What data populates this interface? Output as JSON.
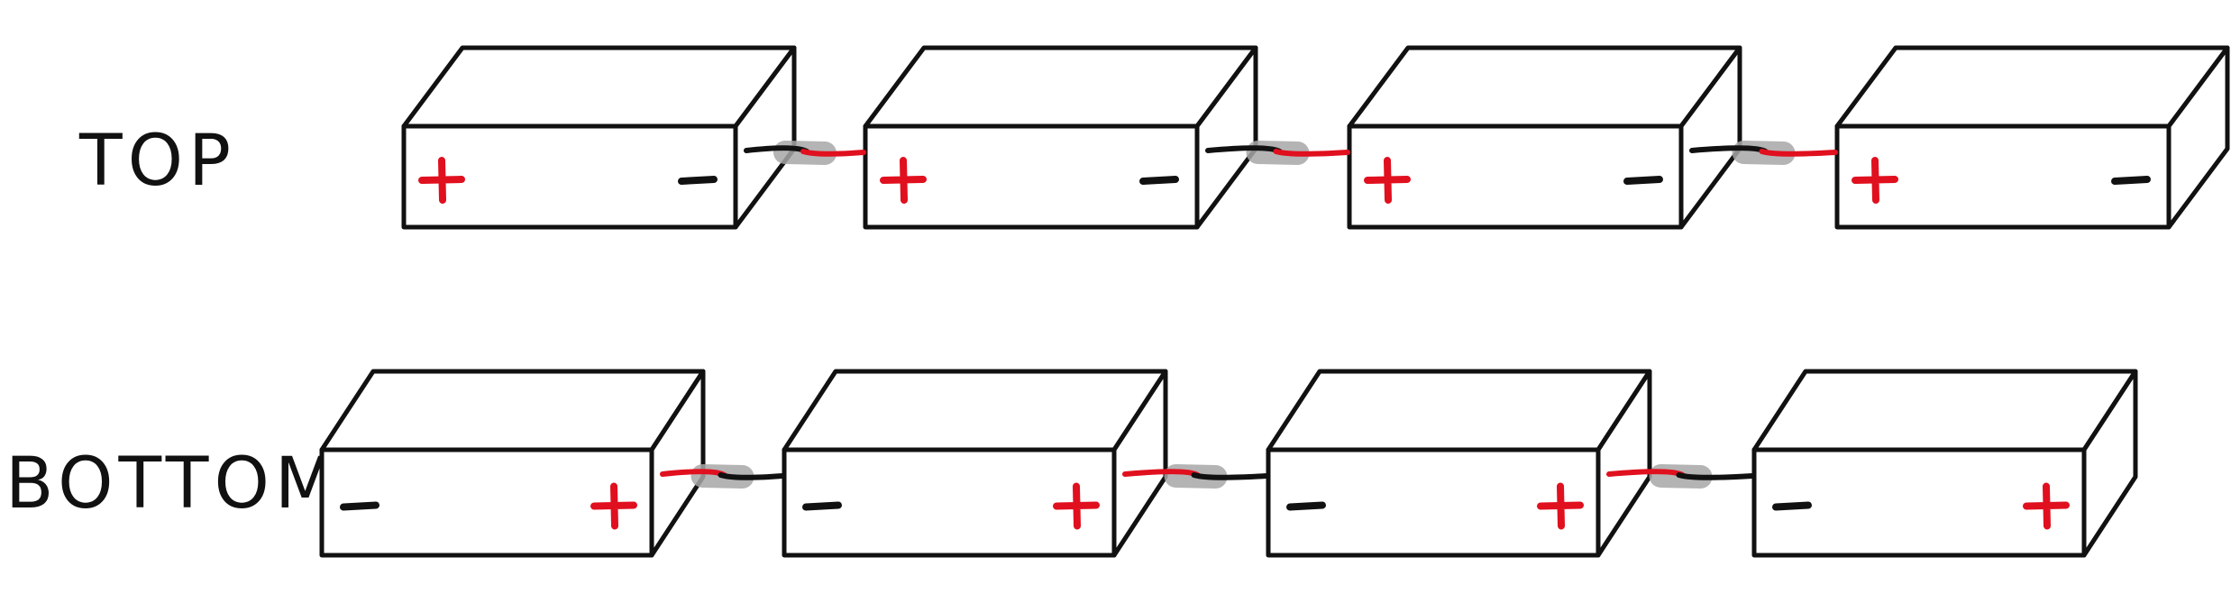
{
  "colors": {
    "ink": "#111111",
    "positive": "#e0101f",
    "negative": "#111111",
    "heat_shrink": "#a7a7a7"
  },
  "rows": [
    {
      "id": "top",
      "label": "TOP",
      "batteries": [
        {
          "left_terminal": "+",
          "right_terminal": "-"
        },
        {
          "left_terminal": "+",
          "right_terminal": "-"
        },
        {
          "left_terminal": "+",
          "right_terminal": "-"
        },
        {
          "left_terminal": "+",
          "right_terminal": "-"
        }
      ],
      "connections": 3
    },
    {
      "id": "bottom",
      "label": "BOTTOM",
      "batteries": [
        {
          "left_terminal": "-",
          "right_terminal": "+"
        },
        {
          "left_terminal": "-",
          "right_terminal": "+"
        },
        {
          "left_terminal": "-",
          "right_terminal": "+"
        },
        {
          "left_terminal": "-",
          "right_terminal": "+"
        }
      ],
      "connections": 3
    }
  ]
}
